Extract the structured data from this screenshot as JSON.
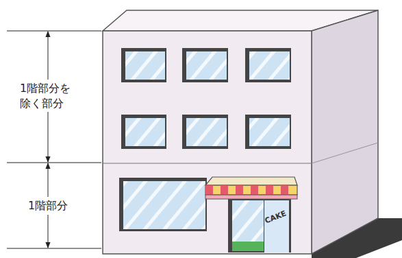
{
  "diagram": {
    "labels": [
      "1階部分を 除く部分",
      "1階部分",
      "CAKE"
    ]
  }
}
